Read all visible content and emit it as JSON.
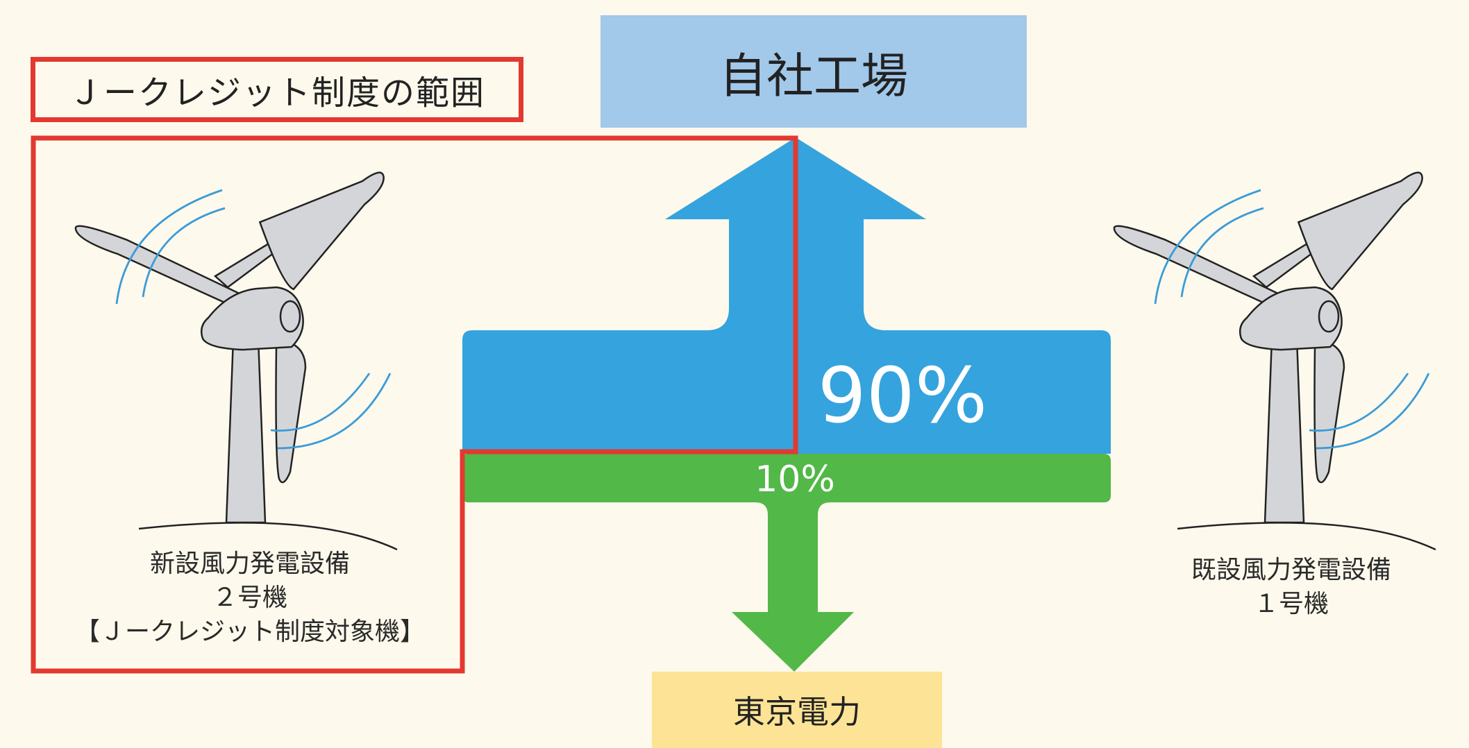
{
  "factory": {
    "label": "自社工場"
  },
  "utility": {
    "label": "東京電力"
  },
  "scope_label": "Ｊークレジット制度の範囲",
  "split": {
    "self_use_label": "90%",
    "self_use_fraction": 0.9,
    "sold_label": "10%",
    "sold_fraction": 0.1
  },
  "turbines": {
    "new": {
      "line1": "新設風力発電設備",
      "line2": "２号機",
      "line3": "【Ｊークレジット制度対象機】"
    },
    "existing": {
      "line1": "既設風力発電設備",
      "line2": "１号機"
    }
  },
  "colors": {
    "background": "#fdf9ec",
    "factory_box": "#a2c8ea",
    "utility_box": "#fde395",
    "blue_arrow": "#35a3dd",
    "green_arrow": "#52b848",
    "scope_border": "#e33930",
    "turbine_fill": "#d4d5d8",
    "motion_lines": "#3a9bd8"
  }
}
